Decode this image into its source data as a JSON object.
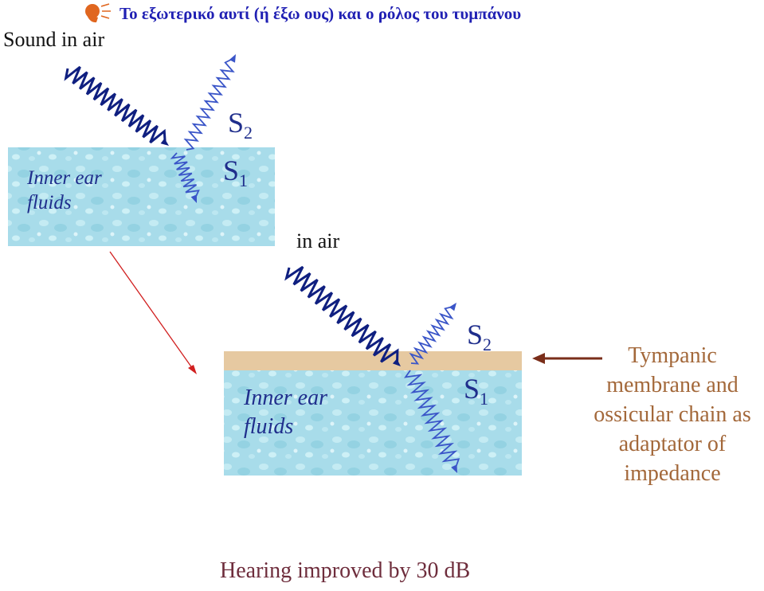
{
  "title": {
    "text": "Το εξωτερικό αυτί (ή έξω ους) και ο ρόλος του τυμπάνου",
    "icon": "speaker-head-icon"
  },
  "top_diagram": {
    "incident_label": "Sound in air",
    "medium_label": "Inner ear fluids",
    "reflected_label": {
      "base": "S",
      "sub": "2"
    },
    "transmitted_label": {
      "base": "S",
      "sub": "1"
    }
  },
  "bottom_diagram": {
    "incident_label": "in air",
    "medium_label": "Inner ear fluids",
    "reflected_label": {
      "base": "S",
      "sub": "2"
    },
    "transmitted_label": {
      "base": "S",
      "sub": "1"
    },
    "membrane_label": "Tympanic membrane and ossicular chain as adaptator of impedance"
  },
  "conclusion": "Hearing improved by 30 dB",
  "colors": {
    "title": "#1f1fb3",
    "fluid": "#9fdbe8",
    "membrane": "#e6c9a1",
    "wave_incident": "#0f1f80",
    "wave_reflected": "#3a55c8",
    "membrane_label": "#a3683a",
    "pointer_arrow": "#7a2e1a",
    "link_arrow": "#d11f1f",
    "conclusion": "#6e2d3c"
  }
}
